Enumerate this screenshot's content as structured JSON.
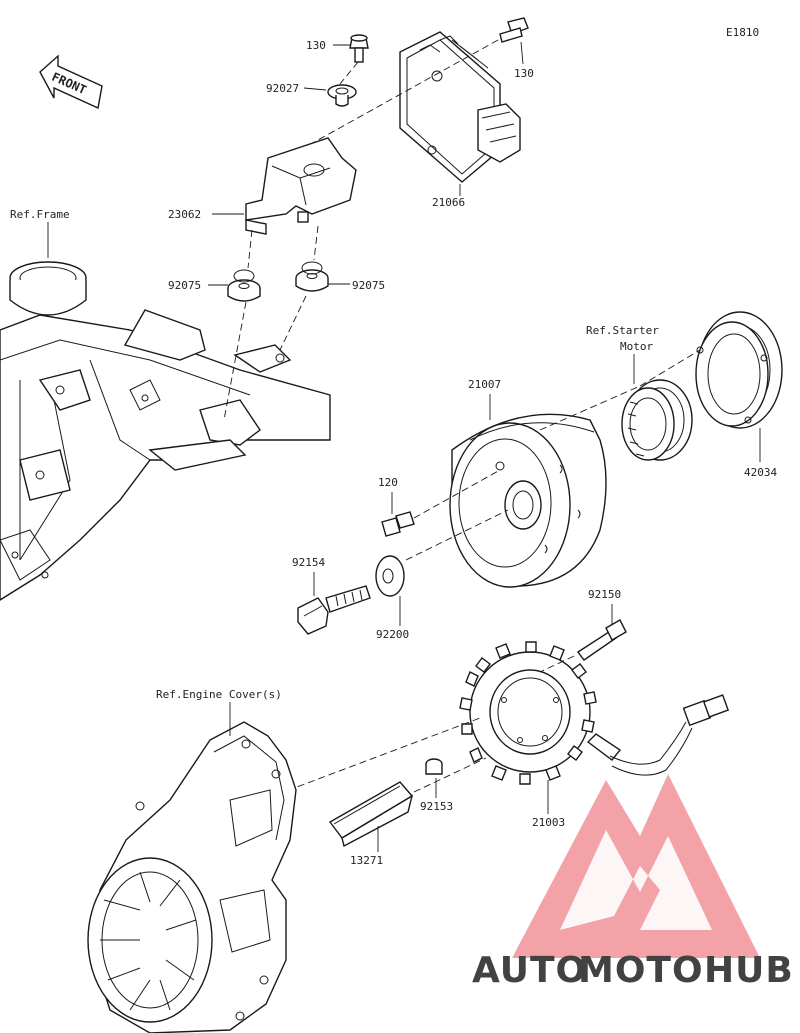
{
  "diagram_code": "E1810",
  "front_label": "FRONT",
  "references": {
    "frame": "Ref.Frame",
    "starter_line1": "Ref.Starter",
    "starter_line2": "Motor",
    "engine_cover": "Ref.Engine Cover(s)"
  },
  "parts": {
    "bolt_130_left": "130",
    "bolt_130_right": "130",
    "washer_92027": "92027",
    "regulator_21066": "21066",
    "bracket_23062": "23062",
    "grommet_92075_left": "92075",
    "grommet_92075_right": "92075",
    "rotor_21007": "21007",
    "ring_42034": "42034",
    "bolt_120": "120",
    "bolt_92154": "92154",
    "washer_92200": "92200",
    "bolt_92150": "92150",
    "stator_21003": "21003",
    "bolt_92153": "92153",
    "plate_13271": "13271"
  },
  "watermark": {
    "part1": "AUTO",
    "part2": "MOTO",
    "part3": "HUB",
    "color_orange": "#f4a261",
    "color_red": "#e63946",
    "color_gray": "#7a7a7a"
  }
}
